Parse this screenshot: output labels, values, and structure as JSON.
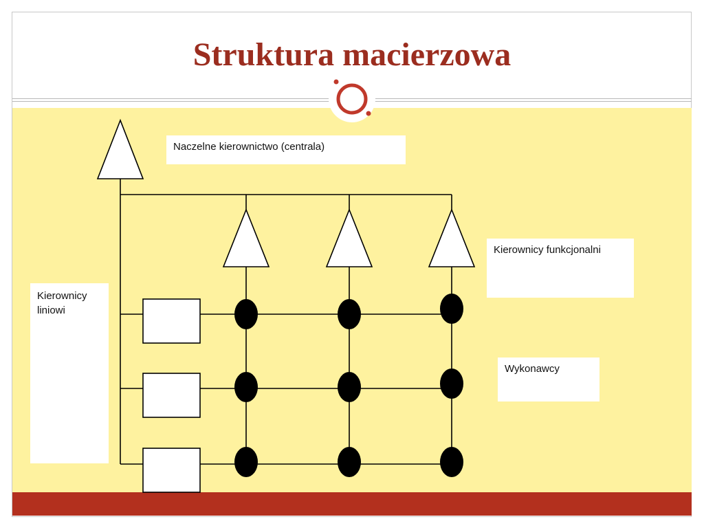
{
  "slide": {
    "title": "Struktura macierzowa"
  },
  "labels": {
    "top_management": "Naczelne kierownictwo (centrala)",
    "functional_managers": "Kierownicy funkcjonalni",
    "line_managers": "Kierownicy liniowi",
    "executors": "Wykonawcy"
  },
  "colors": {
    "title": "#9b2d1f",
    "content_background": "#fef29f",
    "footer_bar": "#b3301e",
    "ornament": "#c0392b"
  },
  "diagram": {
    "functional_manager_count": 3,
    "line_manager_count": 3,
    "executor_grid": "3x3"
  }
}
